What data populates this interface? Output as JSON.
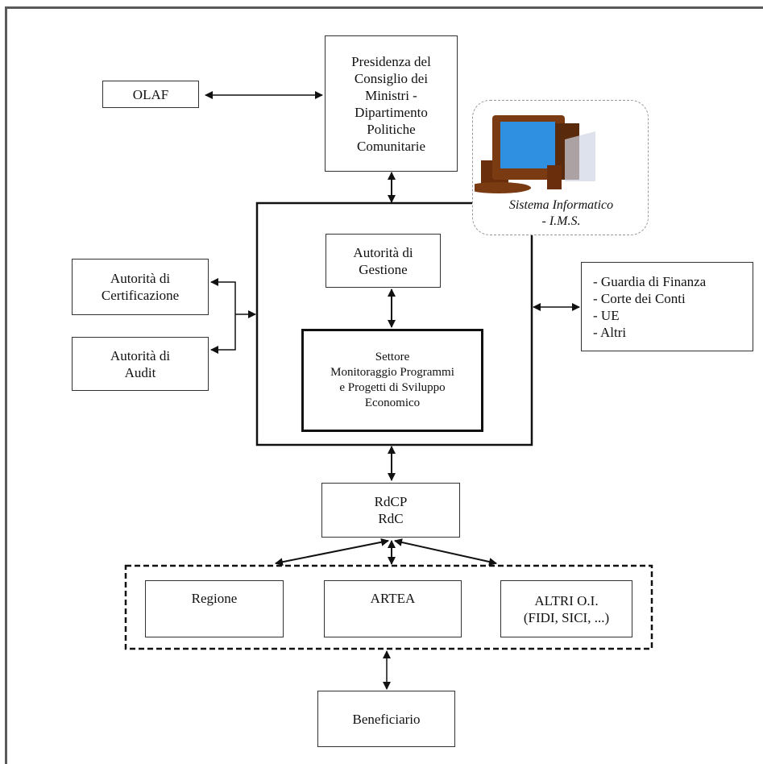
{
  "diagram": {
    "nodes": {
      "olaf": "OLAF",
      "presidenza": "Presidenza del\nConsiglio dei\nMinistri -\nDipartimento\nPolitiche\nComunitarie",
      "sistema_informatico": "Sistema Informatico\n- I.M.S.",
      "autorita_gestione": "Autorità di\nGestione",
      "settore": "Settore\nMonitoraggio Programmi\ne Progetti di Sviluppo\nEconomico",
      "autorita_certificazione": "Autorità di\nCertificazione",
      "autorita_audit": "Autorità di\nAudit",
      "controlli": "- Guardia di Finanza\n- Corte dei Conti\n- UE\n- Altri",
      "rdcp": "RdCP\nRdC",
      "regione": "Regione",
      "artea": "ARTEA",
      "altri_oi": "ALTRI O.I.\n(FIDI, SICI, ...)",
      "beneficiario": "Beneficiario"
    },
    "icons": {
      "computer": "computer-icon"
    },
    "colors": {
      "border": "#333333",
      "screen": "#2f8fe0",
      "case": "#7a3b12"
    }
  }
}
